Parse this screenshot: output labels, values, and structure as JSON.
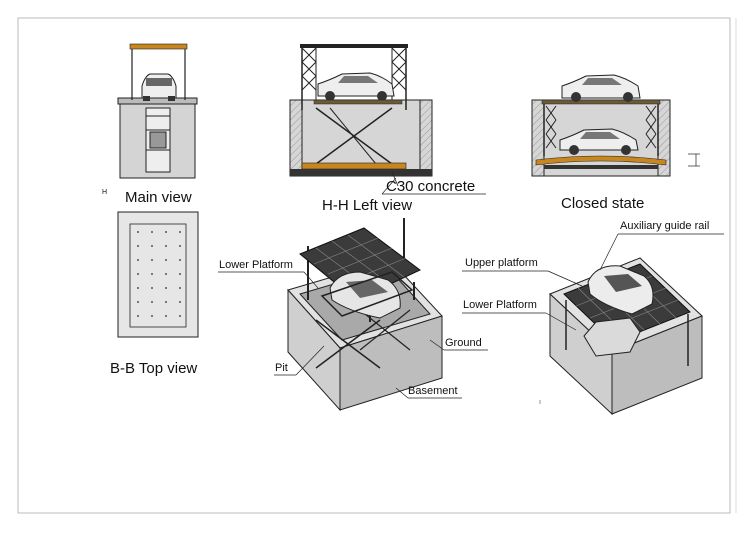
{
  "views": {
    "main": "Main view",
    "top": "B-B Top view",
    "left": "H-H Left view",
    "closed": "Closed state",
    "h_mark": "H"
  },
  "callouts": {
    "concrete": "C30 concrete",
    "aux_rail": "Auxiliary guide rail",
    "upper_platform": "Upper platform",
    "lower_platform_right": "Lower Platform",
    "lower_platform_left": "Lower Platform",
    "ground": "Ground",
    "pit": "Pit",
    "basement": "Basement"
  },
  "colors": {
    "line": "#222222",
    "pit_fill": "#d9d9d9",
    "pit_dark": "#bdbdbd",
    "platform": "#6a5a3a",
    "accent": "#c8861e",
    "glass": "#3b3b3b"
  }
}
